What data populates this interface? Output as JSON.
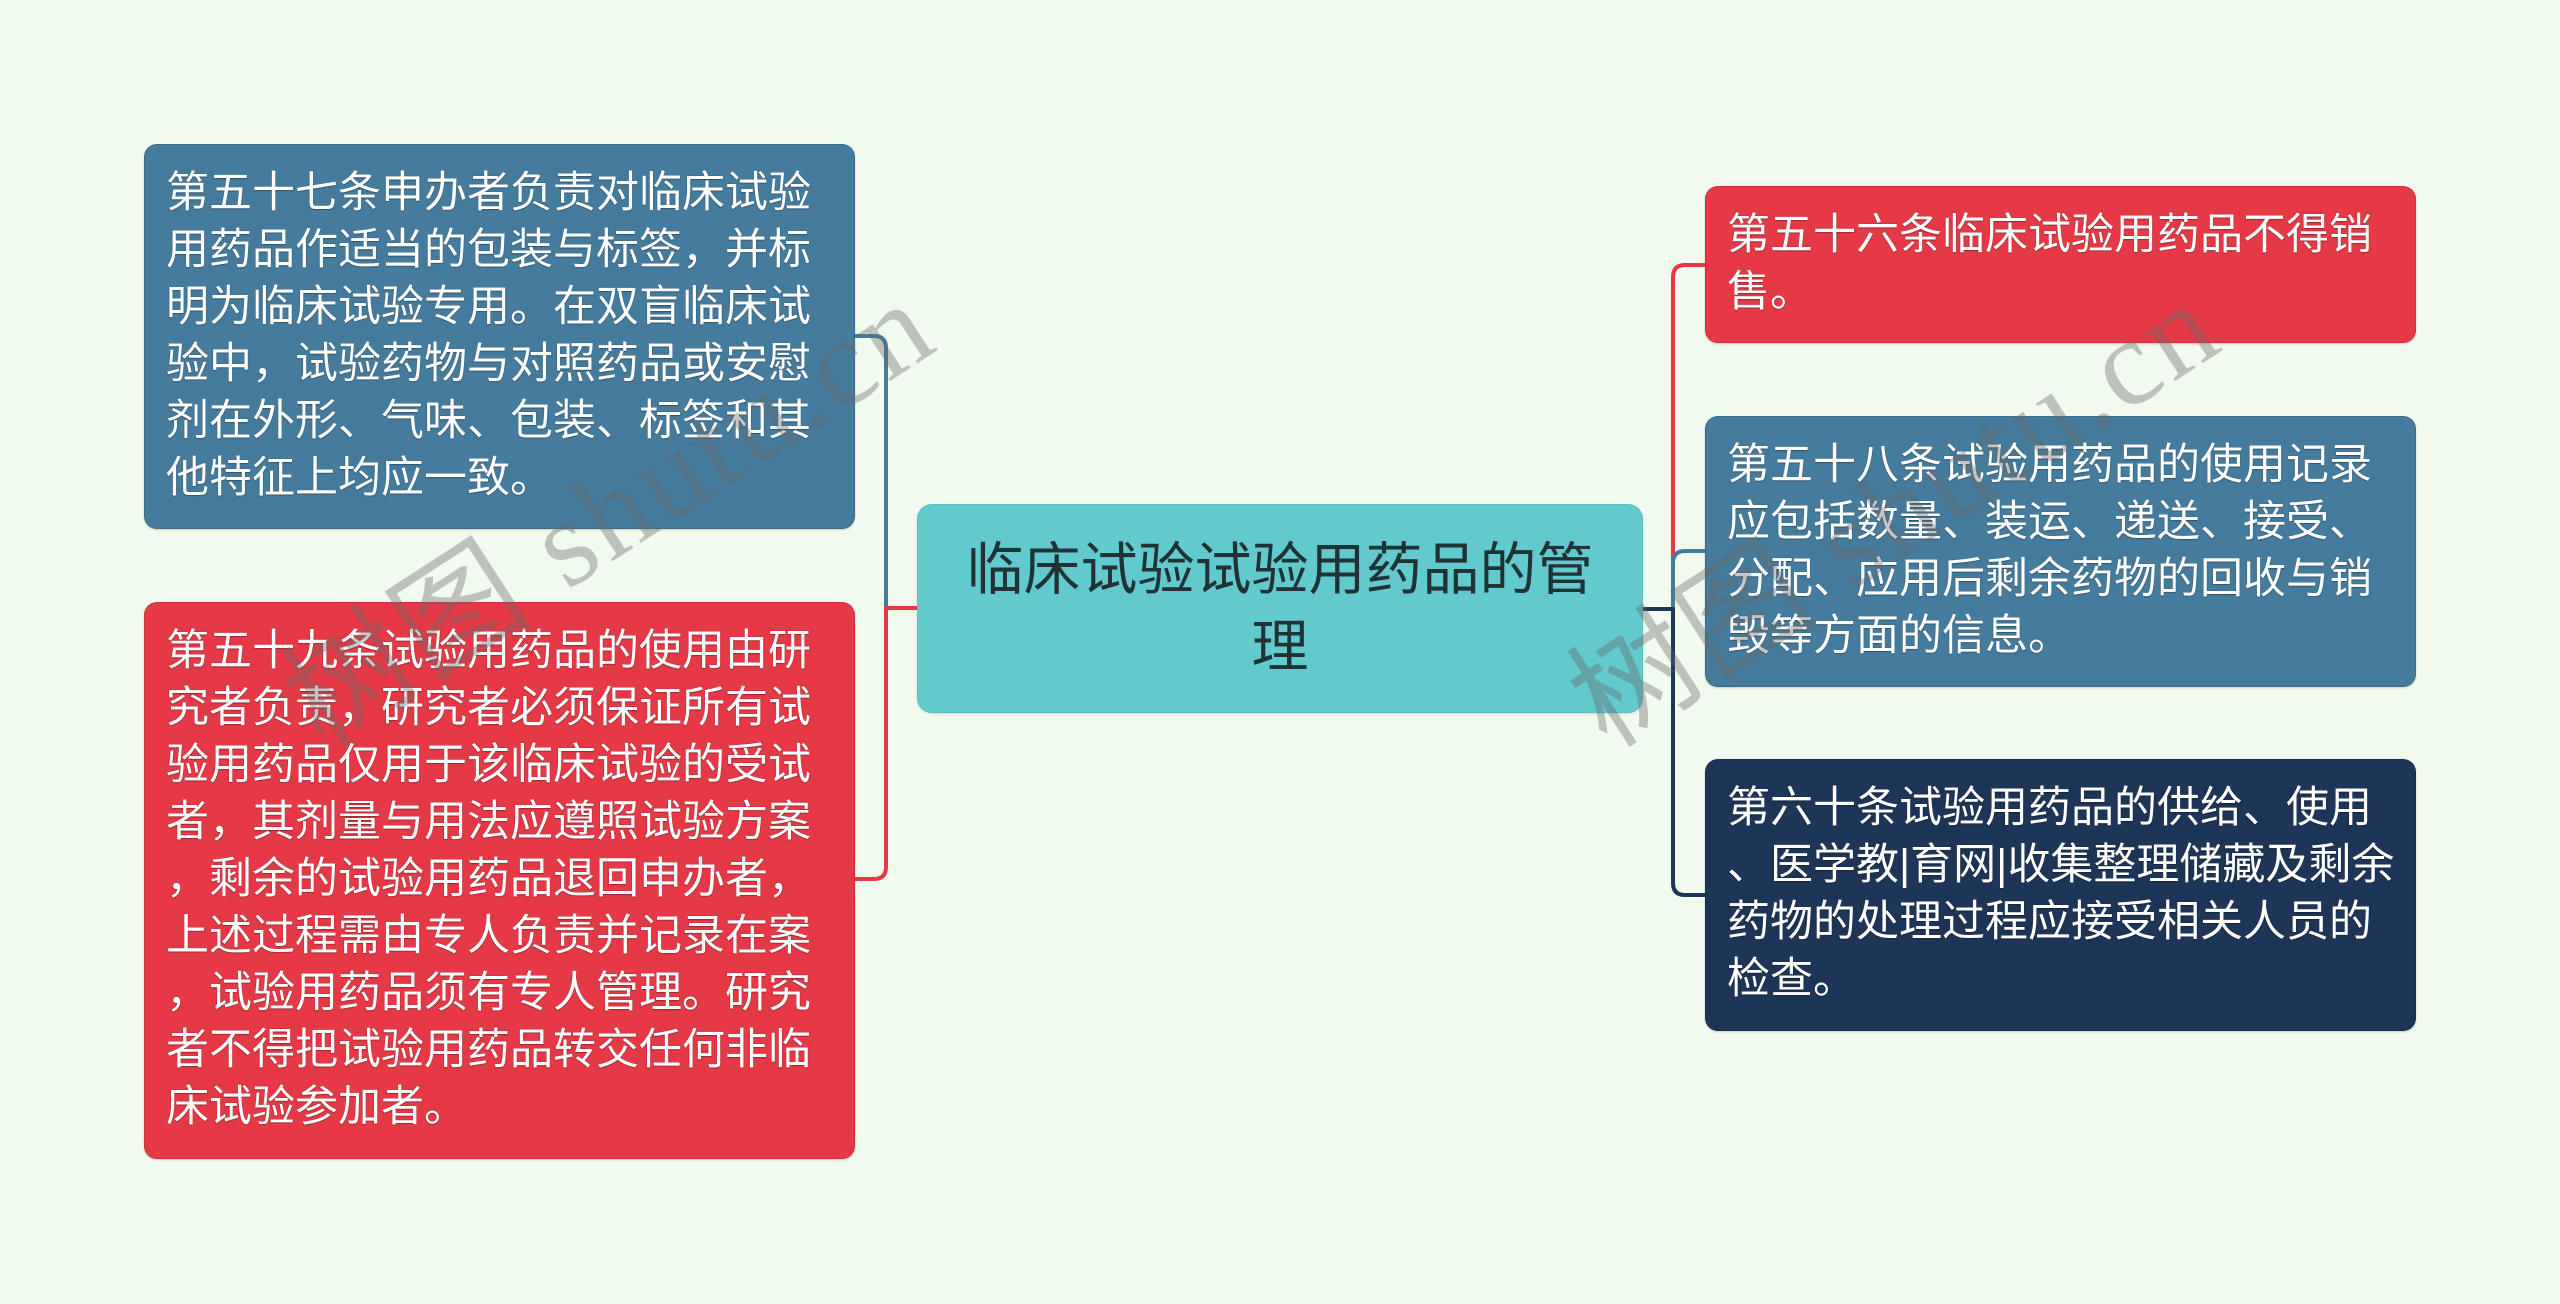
{
  "diagram": {
    "type": "mind-map",
    "background": "#f1faee"
  },
  "root": {
    "title_lines": [
      "临床试验试验用药品的管",
      "理"
    ],
    "color": "#62c9cc",
    "text_color": "#1f3234"
  },
  "left_branches": [
    {
      "color": "#457b9d",
      "lines": [
        "第五十七条申办者负责对临床试验",
        "用药品作适当的包装与标签，并标",
        "明为临床试验专用。在双盲临床试",
        "验中，试验药物与对照药品或安慰",
        "剂在外形、气味、包装、标签和其",
        "他特征上均应一致。"
      ]
    },
    {
      "color": "#e63946",
      "lines": [
        "第五十九条试验用药品的使用由研",
        "究者负责，研究者必须保证所有试",
        "验用药品仅用于该临床试验的受试",
        "者，其剂量与用法应遵照试验方案",
        "，剩余的试验用药品退回申办者，",
        "上述过程需由专人负责并记录在案",
        "，试验用药品须有专人管理。研究",
        "者不得把试验用药品转交任何非临",
        "床试验参加者。"
      ]
    }
  ],
  "right_branches": [
    {
      "color": "#e63946",
      "lines": [
        "第五十六条临床试验用药品不得销",
        "售。"
      ]
    },
    {
      "color": "#457b9d",
      "lines": [
        "第五十八条试验用药品的使用记录",
        "应包括数量、装运、递送、接受、",
        "分配、应用后剩余药物的回收与销",
        "毁等方面的信息。"
      ]
    },
    {
      "color": "#1d3557",
      "lines": [
        "第六十条试验用药品的供给、使用",
        "、医学教|育网|收集整理储藏及剩余",
        "药物的处理过程应接受相关人员的",
        "检查。"
      ]
    }
  ],
  "watermark": {
    "text": "树图 shutu.cn",
    "color": "rgba(105,105,105,0.38)"
  }
}
